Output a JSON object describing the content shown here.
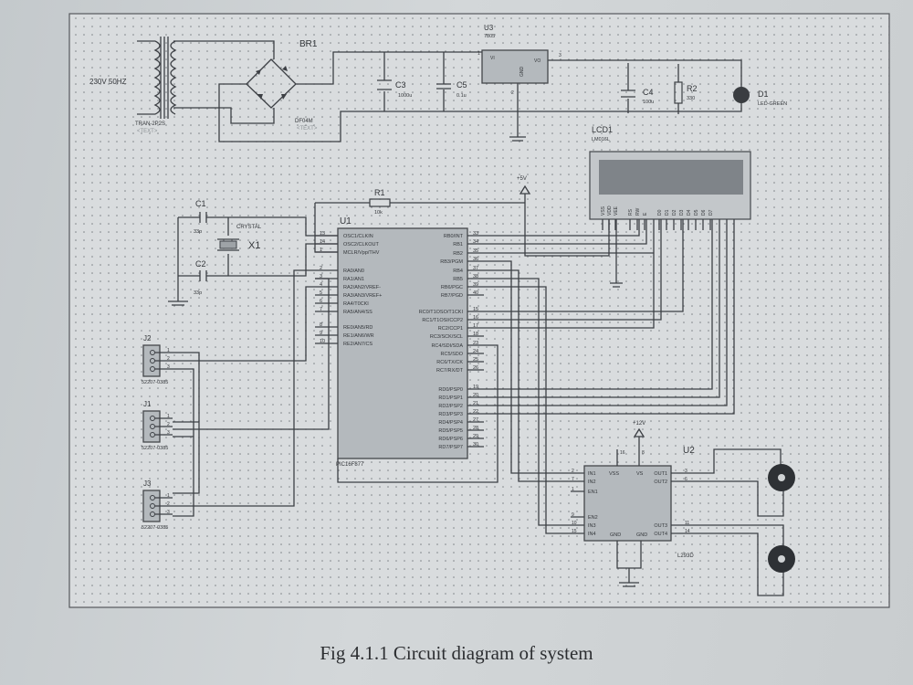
{
  "caption": "Fig 4.1.1 Circuit diagram of system",
  "placeholder": "<TEXT>",
  "power": {
    "transformer": {
      "input": "230V 50HZ",
      "part": "TRAN-2P2S"
    },
    "bridge": {
      "ref": "BR1",
      "part": "DF04M"
    },
    "c3": {
      "ref": "C3",
      "value": "1000u"
    },
    "c5": {
      "ref": "C5",
      "value": "0.1u"
    },
    "u3": {
      "ref": "U3",
      "part": "7805",
      "vi": "VI",
      "vo": "VO",
      "gnd": "GND",
      "pin_in": "1",
      "pin_out": "3",
      "pin_gnd": "2"
    },
    "c4": {
      "ref": "C4",
      "value": "100u"
    },
    "r2": {
      "ref": "R2",
      "value": "330"
    },
    "d1": {
      "ref": "D1",
      "part": "LED-GREEN"
    }
  },
  "lcd": {
    "ref": "LCD1",
    "part": "LM016L",
    "pins": [
      "VSS",
      "VDD",
      "VEE",
      "RS",
      "RW",
      "E",
      "D0",
      "D1",
      "D2",
      "D3",
      "D4",
      "D5",
      "D6",
      "D7"
    ]
  },
  "supply_5v": "+5V",
  "r1": {
    "ref": "R1",
    "value": "10k"
  },
  "osc": {
    "c1": "C1",
    "c1_value": "33p",
    "c2": "C2",
    "c2_value": "33p",
    "x1": "X1",
    "x1_part": "CRYSTAL"
  },
  "u1": {
    "ref": "U1",
    "part": "PIC16F877",
    "left": [
      {
        "num": "13",
        "label": "OSC1/CLKIN"
      },
      {
        "num": "14",
        "label": "OSC2/CLKOUT"
      },
      {
        "num": "1",
        "label": "MCLR/Vpp/THV"
      },
      {
        "num": "2",
        "label": "RA0/AN0"
      },
      {
        "num": "3",
        "label": "RA1/AN1"
      },
      {
        "num": "4",
        "label": "RA2/AN2/VREF-"
      },
      {
        "num": "5",
        "label": "RA3/AN3/VREF+"
      },
      {
        "num": "6",
        "label": "RA4/T0CKI"
      },
      {
        "num": "7",
        "label": "RA5/AN4/SS"
      },
      {
        "num": "8",
        "label": "RE0/AN5/RD"
      },
      {
        "num": "9",
        "label": "RE1/AN6/WR"
      },
      {
        "num": "10",
        "label": "RE2/AN7/CS"
      }
    ],
    "right": [
      {
        "num": "33",
        "label": "RB0/INT"
      },
      {
        "num": "34",
        "label": "RB1"
      },
      {
        "num": "35",
        "label": "RB2"
      },
      {
        "num": "36",
        "label": "RB3/PGM"
      },
      {
        "num": "37",
        "label": "RB4"
      },
      {
        "num": "38",
        "label": "RB5"
      },
      {
        "num": "39",
        "label": "RB6/PGC"
      },
      {
        "num": "40",
        "label": "RB7/PGD"
      },
      {
        "num": "15",
        "label": "RC0/T1OSO/T1CKI"
      },
      {
        "num": "16",
        "label": "RC1/T1OSI/CCP2"
      },
      {
        "num": "17",
        "label": "RC2/CCP1"
      },
      {
        "num": "18",
        "label": "RC3/SCK/SCL"
      },
      {
        "num": "23",
        "label": "RC4/SDI/SDA"
      },
      {
        "num": "24",
        "label": "RC5/SDO"
      },
      {
        "num": "25",
        "label": "RC6/TX/CK"
      },
      {
        "num": "26",
        "label": "RC7/RX/DT"
      },
      {
        "num": "19",
        "label": "RD0/PSP0"
      },
      {
        "num": "20",
        "label": "RD1/PSP1"
      },
      {
        "num": "21",
        "label": "RD2/PSP2"
      },
      {
        "num": "22",
        "label": "RD3/PSP3"
      },
      {
        "num": "27",
        "label": "RD4/PSP4"
      },
      {
        "num": "28",
        "label": "RD5/PSP5"
      },
      {
        "num": "29",
        "label": "RD6/PSP6"
      },
      {
        "num": "30",
        "label": "RD7/PSP7"
      }
    ]
  },
  "connectors": [
    {
      "ref": "J2",
      "part": "52207-0385",
      "pins": [
        "1",
        "2",
        "3"
      ]
    },
    {
      "ref": "J1",
      "part": "52207-0385",
      "pins": [
        "1",
        "2",
        "3"
      ]
    },
    {
      "ref": "J3",
      "part": "52207-0385",
      "pins": [
        "1",
        "2",
        "3"
      ]
    }
  ],
  "u2": {
    "ref": "U2",
    "part": "L293D",
    "supply": "+12V",
    "vss": "VSS",
    "vs": "VS",
    "pin_vss": "16",
    "pin_vs": "8",
    "left": [
      {
        "num": "2",
        "label": "IN1"
      },
      {
        "num": "7",
        "label": "IN2"
      },
      {
        "num": "1",
        "label": "EN1"
      },
      {
        "num": "9",
        "label": "EN2"
      },
      {
        "num": "10",
        "label": "IN3"
      },
      {
        "num": "15",
        "label": "IN4"
      }
    ],
    "right": [
      {
        "num": "3",
        "label": "OUT1"
      },
      {
        "num": "6",
        "label": "OUT2"
      },
      {
        "num": "11",
        "label": "OUT3"
      },
      {
        "num": "14",
        "label": "OUT4"
      }
    ],
    "gnd1": "GND",
    "gnd2": "GND"
  }
}
